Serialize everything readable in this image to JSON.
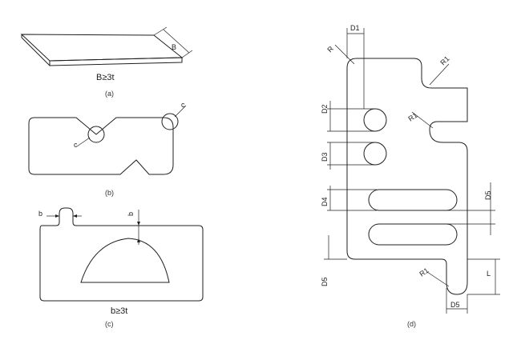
{
  "figures": {
    "a": {
      "caption": "(a)",
      "dimension": "B",
      "formula": "B≥3t"
    },
    "b": {
      "caption": "(b)",
      "radius_left": "c",
      "radius_right": "c"
    },
    "c": {
      "caption": "(c)",
      "dim_left": "b",
      "dim_center": "b",
      "formula": "b≥3t"
    },
    "d": {
      "caption": "(d)",
      "labels": {
        "d1": "D1",
        "d2": "D2",
        "d3": "D3",
        "d4": "D4",
        "d5_right": "D5",
        "d5_left": "D5",
        "d5_bottom": "D5",
        "r_topleft": "R",
        "r_topright": "R1",
        "r_mid": "R1",
        "r_bottom": "R1",
        "l": "L"
      }
    }
  }
}
